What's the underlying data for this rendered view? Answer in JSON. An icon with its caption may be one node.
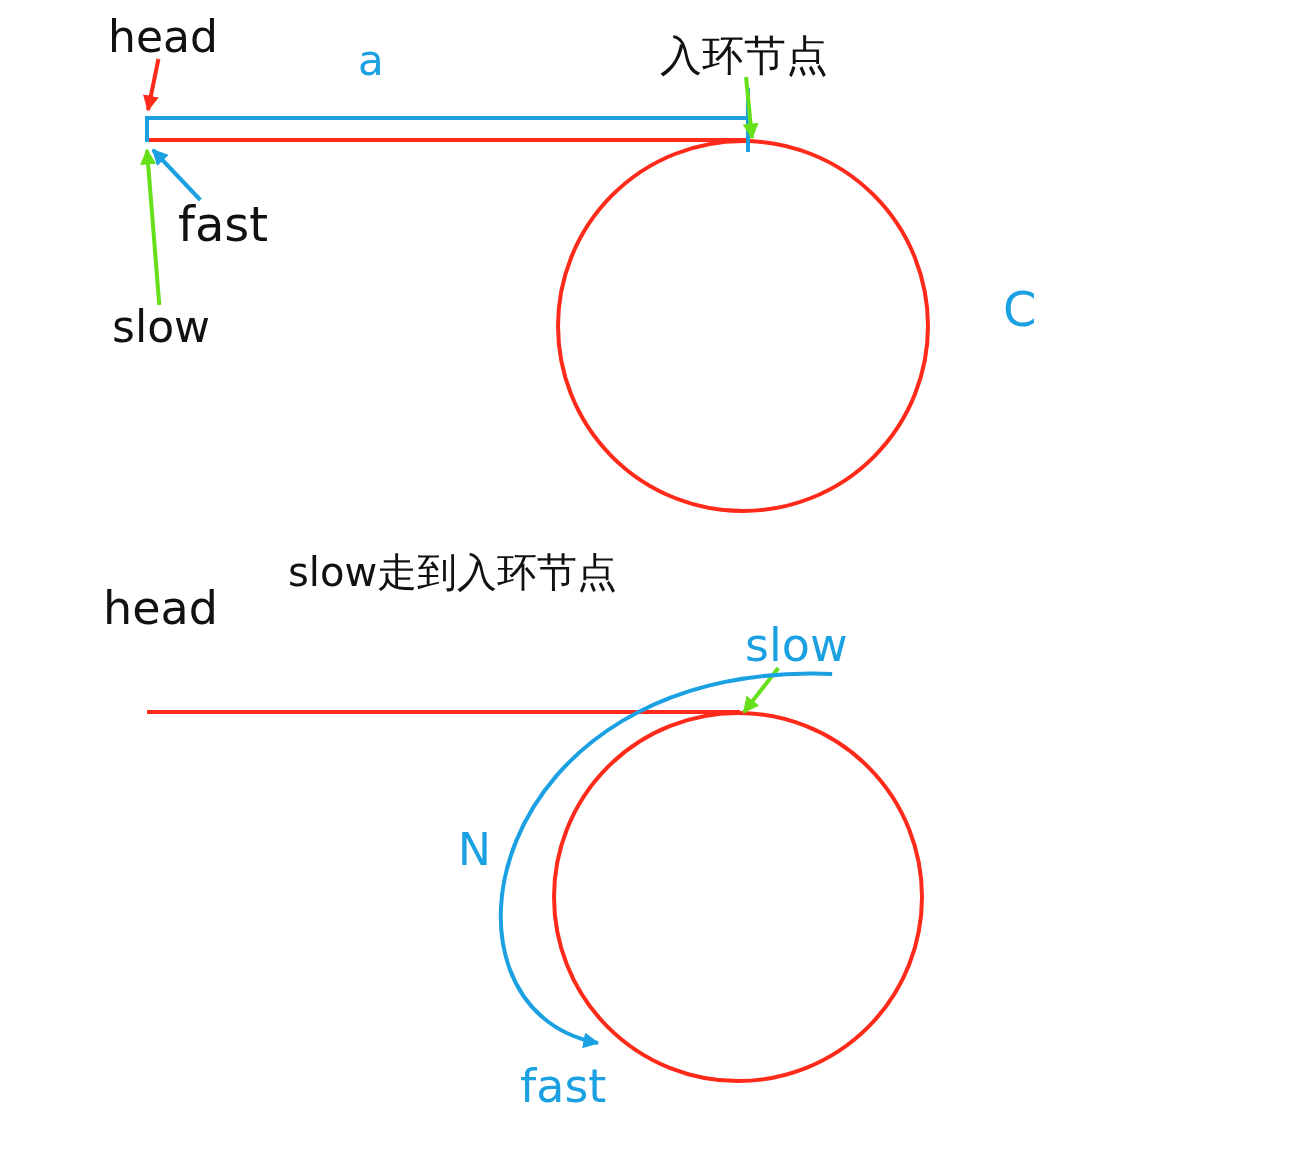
{
  "diagram": {
    "nodes": [
      {
        "text": [
          "head"
        ]
      },
      {
        "text": [
          "入环节点"
        ]
      },
      {
        "text": [
          "fast"
        ]
      },
      {
        "text": [
          "slow"
        ]
      },
      {
        "text": [
          "slow"
        ]
      },
      {
        "text": [
          "fast"
        ]
      }
    ],
    "edges": [
      {
        "from": 0,
        "to": null,
        "arrow": "to",
        "color": "#ff2a1a"
      },
      {
        "from": 1,
        "to": null,
        "arrow": "to",
        "color": "#66e01a"
      },
      {
        "from": 2,
        "to": null,
        "arrow": "to",
        "color": "#1ba1e2"
      },
      {
        "from": 3,
        "to": null,
        "arrow": "to",
        "color": "#66e01a"
      },
      {
        "from": 4,
        "to": null,
        "arrow": "to",
        "color": "#66e01a"
      },
      {
        "from": 4,
        "to": 5,
        "arrow": "to",
        "label": "N",
        "color": "#1ba1e2"
      }
    ],
    "labels": [
      "a",
      "C",
      "slow走到入环节点",
      "head"
    ]
  }
}
